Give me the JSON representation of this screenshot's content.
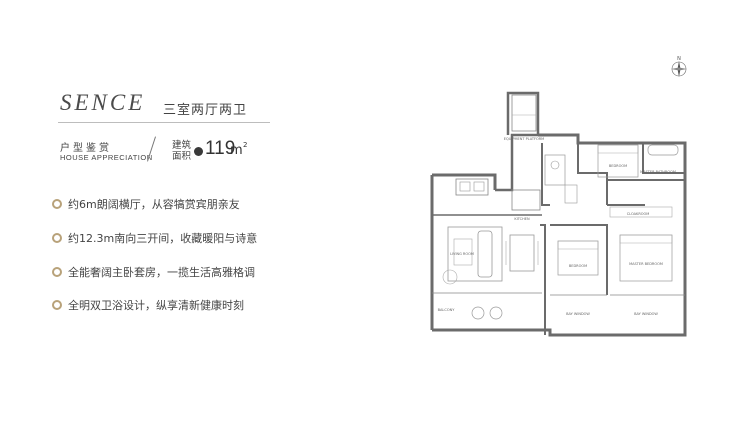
{
  "header": {
    "brand": "SENCE",
    "layout_type": "三室两厅两卫"
  },
  "appreciation": {
    "title_cn": "户型鉴赏",
    "title_en": "HOUSE APPRECIATION",
    "area_label": "建筑面积",
    "area_value": "119",
    "area_unit": "m",
    "area_sup": "2"
  },
  "features": [
    {
      "text": "约6m朗阔横厅，从容犒赏宾朋亲友"
    },
    {
      "text": "约12.3m南向三开间，收藏暖阳与诗意"
    },
    {
      "text": "全能奢阔主卧套房，一揽生活高雅格调"
    },
    {
      "text": "全明双卫浴设计，纵享清新健康时刻"
    }
  ],
  "floorplan": {
    "rooms": {
      "kitchen": "KITCHEN",
      "living": "LIVING ROOM",
      "bedroom1": "BEDROOM",
      "bedroom2": "BEDROOM",
      "master": "MASTER BEDROOM",
      "master_bath": "MASTER BATHROOM",
      "cloakroom": "CLOAKROOM",
      "equipment": "EQUIPMENT PLATFORM",
      "bay1": "BAY WINDOW",
      "bay2": "BAY WINDOW",
      "balcony": "BALCONY"
    }
  },
  "colors": {
    "accent": "#b8a27a",
    "wall": "#6b6b6b",
    "furniture": "#9a9a9a"
  },
  "compass": {
    "label": "N"
  }
}
